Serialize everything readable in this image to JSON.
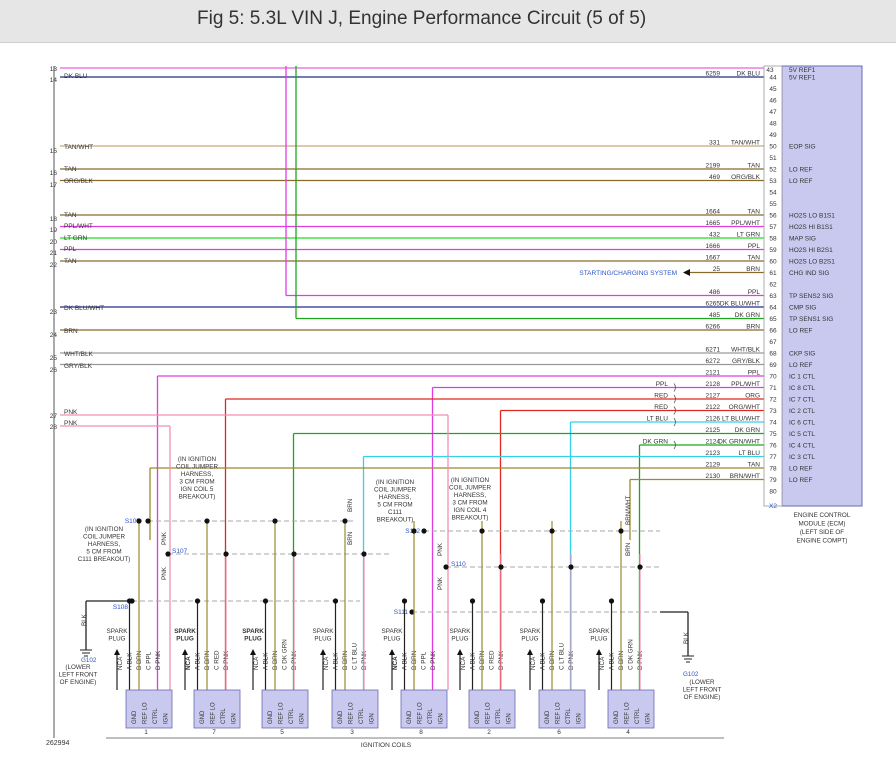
{
  "header": {
    "title": "Fig 5: 5.3L VIN J, Engine Performance Circuit (5 of 5)"
  },
  "figure_id": "262994",
  "left_circuits": [
    {
      "cav": "13",
      "color_label": ""
    },
    {
      "cav": "14",
      "color_label": "DK BLU"
    },
    {
      "cav": "15",
      "color_label": "TAN/WHT"
    },
    {
      "cav": "16",
      "color_label": "TAN"
    },
    {
      "cav": "17",
      "color_label": "ORG/BLK"
    },
    {
      "cav": "18",
      "color_label": "TAN"
    },
    {
      "cav": "19",
      "color_label": "PPL/WHT"
    },
    {
      "cav": "20",
      "color_label": "LT GRN"
    },
    {
      "cav": "21",
      "color_label": "PPL"
    },
    {
      "cav": "22",
      "color_label": "TAN"
    },
    {
      "cav": "23",
      "color_label": "DK BLU/WHT"
    },
    {
      "cav": "24",
      "color_label": "BRN"
    },
    {
      "cav": "25",
      "color_label": "WHT/BLK"
    },
    {
      "cav": "26",
      "color_label": "GRY/BLK"
    },
    {
      "cav": "27",
      "color_label": "PNK"
    },
    {
      "cav": "28",
      "color_label": "PNK"
    }
  ],
  "ecm": {
    "pins": [
      {
        "pin": "44",
        "circuit": "6259",
        "color": "DK BLU",
        "signal": "5V REF1"
      },
      {
        "pin": "45",
        "circuit": "",
        "color": "",
        "signal": ""
      },
      {
        "pin": "46",
        "circuit": "",
        "color": "",
        "signal": ""
      },
      {
        "pin": "47",
        "circuit": "",
        "color": "",
        "signal": ""
      },
      {
        "pin": "48",
        "circuit": "",
        "color": "",
        "signal": ""
      },
      {
        "pin": "49",
        "circuit": "",
        "color": "",
        "signal": ""
      },
      {
        "pin": "50",
        "circuit": "331",
        "color": "TAN/WHT",
        "signal": "EOP SIG"
      },
      {
        "pin": "51",
        "circuit": "",
        "color": "",
        "signal": ""
      },
      {
        "pin": "52",
        "circuit": "2199",
        "color": "TAN",
        "signal": "LO REF"
      },
      {
        "pin": "53",
        "circuit": "469",
        "color": "ORG/BLK",
        "signal": "LO REF"
      },
      {
        "pin": "54",
        "circuit": "",
        "color": "",
        "signal": ""
      },
      {
        "pin": "55",
        "circuit": "",
        "color": "",
        "signal": ""
      },
      {
        "pin": "56",
        "circuit": "1664",
        "color": "TAN",
        "signal": "HO2S LO B1S1"
      },
      {
        "pin": "57",
        "circuit": "1665",
        "color": "PPL/WHT",
        "signal": "HO2S HI B1S1"
      },
      {
        "pin": "58",
        "circuit": "432",
        "color": "LT GRN",
        "signal": "MAP SIG"
      },
      {
        "pin": "59",
        "circuit": "1666",
        "color": "PPL",
        "signal": "HO2S HI B2S1"
      },
      {
        "pin": "60",
        "circuit": "1667",
        "color": "TAN",
        "signal": "HO2S LO B2S1"
      },
      {
        "pin": "61",
        "circuit": "25",
        "color": "BRN",
        "signal": "CHG IND SIG"
      },
      {
        "pin": "62",
        "circuit": "",
        "color": "",
        "signal": ""
      },
      {
        "pin": "63",
        "circuit": "486",
        "color": "PPL",
        "signal": "TP SENS2 SIG"
      },
      {
        "pin": "64",
        "circuit": "6265",
        "color": "DK BLU/WHT",
        "signal": "CMP SIG"
      },
      {
        "pin": "65",
        "circuit": "485",
        "color": "DK GRN",
        "signal": "TP SENS1 SIG"
      },
      {
        "pin": "66",
        "circuit": "6266",
        "color": "BRN",
        "signal": "LO REF"
      },
      {
        "pin": "67",
        "circuit": "",
        "color": "",
        "signal": ""
      },
      {
        "pin": "68",
        "circuit": "6271",
        "color": "WHT/BLK",
        "signal": "CKP SIG"
      },
      {
        "pin": "69",
        "circuit": "6272",
        "color": "GRY/BLK",
        "signal": "LO REF"
      },
      {
        "pin": "70",
        "circuit": "2121",
        "color": "PPL",
        "signal": "IC 1 CTL"
      },
      {
        "pin": "71",
        "circuit": "2128",
        "color": "PPL/WHT",
        "signal": "IC 8 CTL"
      },
      {
        "pin": "72",
        "circuit": "2127",
        "color": "ORG",
        "signal": "IC 7 CTL"
      },
      {
        "pin": "73",
        "circuit": "2122",
        "color": "ORG/WHT",
        "signal": "IC 2 CTL"
      },
      {
        "pin": "74",
        "circuit": "2126",
        "color": "LT BLU/WHT",
        "signal": "IC 6 CTL"
      },
      {
        "pin": "75",
        "circuit": "2125",
        "color": "DK GRN",
        "signal": "IC 5 CTL"
      },
      {
        "pin": "76",
        "circuit": "2124",
        "color": "DK GRN/WHT",
        "signal": "IC 4 CTL"
      },
      {
        "pin": "77",
        "circuit": "2123",
        "color": "LT BLU",
        "signal": "IC 3 CTL"
      },
      {
        "pin": "78",
        "circuit": "2129",
        "color": "TAN",
        "signal": "LO REF"
      },
      {
        "pin": "79",
        "circuit": "2130",
        "color": "BRN/WHT",
        "signal": "LO REF"
      },
      {
        "pin": "80",
        "circuit": "",
        "color": "",
        "signal": ""
      }
    ],
    "connector": "X2",
    "label": [
      "ENGINE CONTROL",
      "MODULE (ECM)",
      "(LEFT SIDE OF",
      "ENGINE COMPT)"
    ]
  },
  "top_partial": {
    "pin": "43",
    "signal": "5V REF1"
  },
  "starting_charging_label": "STARTING/CHARGING SYSTEM",
  "coil_side_wires": [
    {
      "pin": "71",
      "color": "PPL"
    },
    {
      "pin": "72",
      "color": "RED"
    },
    {
      "pin": "73",
      "color": "RED"
    },
    {
      "pin": "74",
      "color": "LT BLU"
    },
    {
      "pin": "76",
      "color": "DK GRN"
    }
  ],
  "vertical_labels": {
    "brn_a": "BRN",
    "brn_b": "BRN",
    "brn_wht": "BRN/WHT",
    "brn_c": "BRN",
    "pnk": "PNK",
    "blk": "BLK"
  },
  "splices": [
    {
      "id": "S105",
      "note": [
        "(IN IGNITION",
        "COIL JUMPER",
        "HARNESS,",
        "5 CM FROM",
        "C111 BREAKOUT)"
      ]
    },
    {
      "id": "S107",
      "note": [
        "(IN IGNITION",
        "COIL JUMPER",
        "HARNESS,",
        "3 CM FROM",
        "IGN COIL 5",
        "BREAKOUT)"
      ]
    },
    {
      "id": "S108",
      "note": []
    },
    {
      "id": "S112",
      "note": [
        "(IN IGNITION",
        "COIL JUMPER",
        "HARNESS,",
        "5 CM FROM",
        "C111",
        "BREAKOUT)"
      ]
    },
    {
      "id": "S110",
      "note": [
        "(IN IGNITION",
        "COIL JUMPER",
        "HARNESS,",
        "3 CM FROM",
        "IGN COIL 4",
        "BREAKOUT)"
      ]
    },
    {
      "id": "S111",
      "note": []
    }
  ],
  "grounds": [
    {
      "id": "G102",
      "note": [
        "(LOWER",
        "LEFT FRONT",
        "OF ENGINE)"
      ]
    },
    {
      "id": "G102",
      "note": [
        "(LOWER",
        "LEFT FRONT",
        "OF ENGINE)"
      ]
    }
  ],
  "coils": [
    {
      "number": "1",
      "plug_bold": false,
      "pins": [
        {
          "l": "NCA",
          "bold": false
        },
        {
          "l": "A BLK",
          "bold": false
        },
        {
          "l": "B BRN",
          "bold": false
        },
        {
          "l": "C PPL",
          "bold": false
        },
        {
          "l": "D PNK",
          "bold": false
        }
      ]
    },
    {
      "number": "7",
      "plug_bold": true,
      "pins": [
        {
          "l": "NCA",
          "bold": true
        },
        {
          "l": "A BLK",
          "bold": false
        },
        {
          "l": "B BRN",
          "bold": false
        },
        {
          "l": "C RED",
          "bold": false
        },
        {
          "l": "D PNK",
          "bold": false
        }
      ]
    },
    {
      "number": "5",
      "plug_bold": true,
      "pins": [
        {
          "l": "NCA",
          "bold": false
        },
        {
          "l": "A BLK",
          "bold": false
        },
        {
          "l": "B BRN",
          "bold": false
        },
        {
          "l": "C DK GRN",
          "bold": false
        },
        {
          "l": "D PNK",
          "bold": false
        }
      ]
    },
    {
      "number": "3",
      "plug_bold": false,
      "pins": [
        {
          "l": "NCA",
          "bold": false
        },
        {
          "l": "A BLK",
          "bold": false
        },
        {
          "l": "B BRN",
          "bold": false
        },
        {
          "l": "C LT BLU",
          "bold": false
        },
        {
          "l": "D PNK",
          "bold": false
        }
      ]
    },
    {
      "number": "8",
      "plug_bold": false,
      "pins": [
        {
          "l": "NCA",
          "bold": true
        },
        {
          "l": "A BLK",
          "bold": false
        },
        {
          "l": "B BRN",
          "bold": false
        },
        {
          "l": "C PPL",
          "bold": false
        },
        {
          "l": "D PNK",
          "bold": false
        }
      ]
    },
    {
      "number": "2",
      "plug_bold": false,
      "pins": [
        {
          "l": "NCA",
          "bold": false
        },
        {
          "l": "A BLK",
          "bold": false
        },
        {
          "l": "B BRN",
          "bold": false
        },
        {
          "l": "C RED",
          "bold": false
        },
        {
          "l": "D PNK",
          "bold": false
        }
      ]
    },
    {
      "number": "6",
      "plug_bold": false,
      "pins": [
        {
          "l": "NCA",
          "bold": false
        },
        {
          "l": "A BLK",
          "bold": false
        },
        {
          "l": "B BRN",
          "bold": false
        },
        {
          "l": "C LT BLU",
          "bold": false
        },
        {
          "l": "D PNK",
          "bold": false
        }
      ]
    },
    {
      "number": "4",
      "plug_bold": false,
      "pins": [
        {
          "l": "NCA",
          "bold": false
        },
        {
          "l": "A BLK",
          "bold": false
        },
        {
          "l": "B BRN",
          "bold": false
        },
        {
          "l": "C DK GRN",
          "bold": false
        },
        {
          "l": "D PNK",
          "bold": false
        }
      ]
    }
  ],
  "plug_label": [
    "SPARK",
    "PLUG"
  ],
  "coil_terminals": [
    "GND",
    "REF LO",
    "CTRL",
    "IGN"
  ],
  "coils_group_label": "IGNITION COILS",
  "colors": {
    "ecm_fill": "#c9c9ef",
    "magenta": "#e23be2",
    "green": "#1aa81a",
    "red": "#e0271f",
    "cyan": "#32d2ec",
    "pink": "#f08fb4",
    "brown": "#8a6a2a",
    "olive": "#9a8a2c",
    "navy": "#1f2f8a",
    "tan": "#c7a77a",
    "lightgreen": "#22dd22",
    "gray": "#9a9a9a",
    "black": "#222222"
  }
}
